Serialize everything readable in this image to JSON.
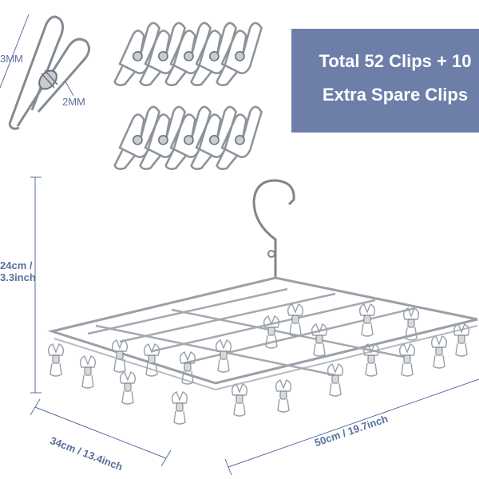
{
  "banner": {
    "line1": "Total 52 Clips + 10",
    "line2": "Extra Spare Clips"
  },
  "clip_dims": {
    "length_label": "3MM",
    "wire_label": "2MM"
  },
  "rack_dims": {
    "height_label_1": "24cm /",
    "height_label_2": "3.3inch",
    "depth_label": "34cm / 13.4inch",
    "width_label": "50cm / 19.7inch"
  },
  "colors": {
    "banner_bg": "#6d7fa9",
    "dimension_lines": "#5a6f9f",
    "steel": "#9aa0a8"
  }
}
